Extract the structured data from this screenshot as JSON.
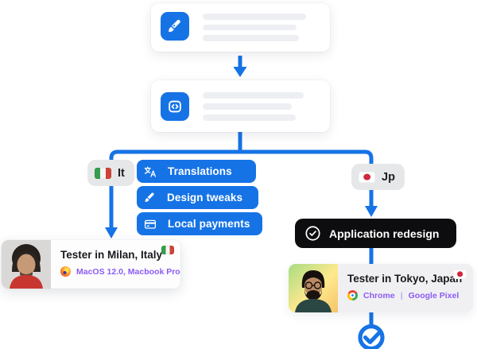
{
  "diagram": {
    "colors": {
      "accent_blue": "#1673e6",
      "dark_pill_black": "#0d0d0f",
      "device_text_purple": "#8a5cf5",
      "badge_gray": "#e6e7e9",
      "flag_italy": [
        "#349e4d",
        "#f6f6f4",
        "#cd4438"
      ],
      "flag_japan_red": "#d0273c"
    },
    "step1": {
      "icon": "paintbrush-icon"
    },
    "step2": {
      "icon": "code-brackets-icon"
    },
    "left_branch": {
      "locale_badge": "It",
      "tasks": [
        "Translations",
        "Design tweaks",
        "Local payments"
      ],
      "task_icons": [
        "translate-icon",
        "paintbrush-icon",
        "credit-card-icon"
      ],
      "tester_card": {
        "title": "Tester in Milan, Italy",
        "environment": "MacOS 12.0, Macbook Pro",
        "browser_icon": "firefox-icon",
        "flag": "italy"
      }
    },
    "right_branch": {
      "locale_badge": "Jp",
      "task": "Application redesign",
      "task_icon": "check-circle-icon",
      "tester_card": {
        "title": "Tester in Tokyo, Japan",
        "browser": "Chrome",
        "separator": "|",
        "device": "Google Pixel",
        "browser_icon": "chrome-icon",
        "flag": "japan"
      }
    }
  }
}
